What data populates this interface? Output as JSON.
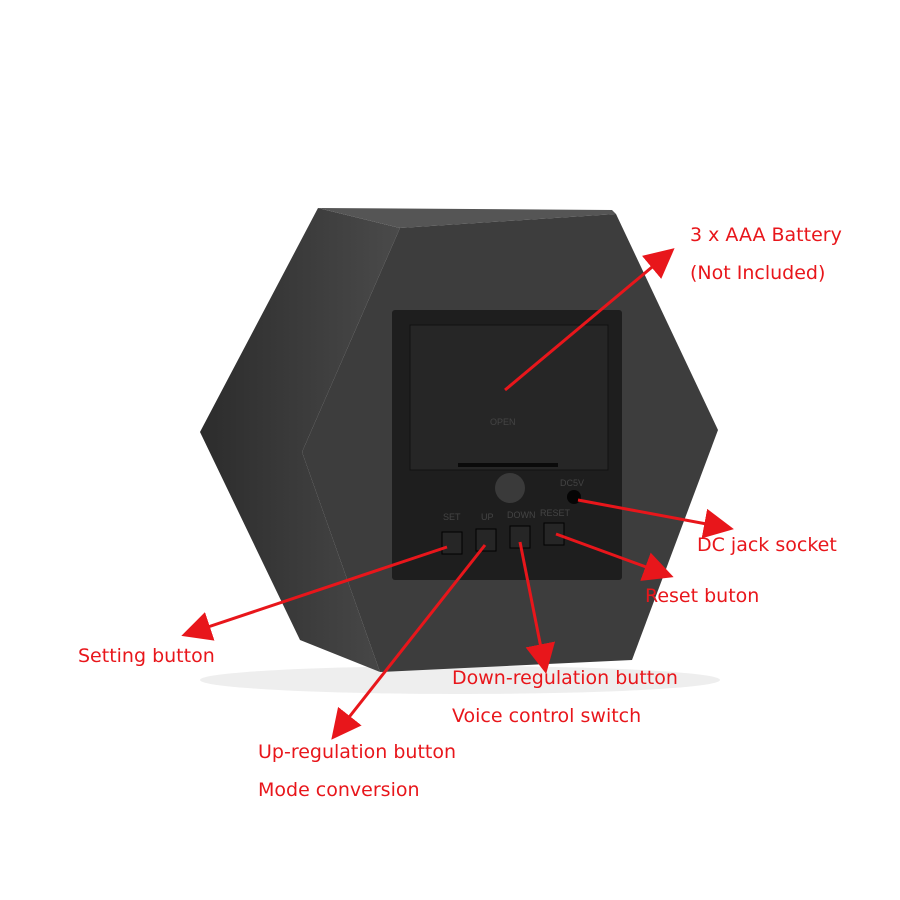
{
  "device": {
    "open_label": "OPEN",
    "buttons": [
      "SET",
      "UP",
      "DOWN",
      "RESET"
    ],
    "dc_label": "DC5V"
  },
  "annotations": {
    "battery": [
      "3 x AAA Battery",
      "(Not Included)"
    ],
    "dc_jack": "DC jack socket",
    "reset": "Reset buton",
    "setting": "Setting button",
    "down": [
      "Down-regulation button",
      "Voice control switch"
    ],
    "up": [
      "Up-regulation button",
      "Mode conversion"
    ]
  },
  "colors": {
    "annotation": "#e8161b",
    "body": "#3a3a3a",
    "panel": "#1e1e1e"
  }
}
